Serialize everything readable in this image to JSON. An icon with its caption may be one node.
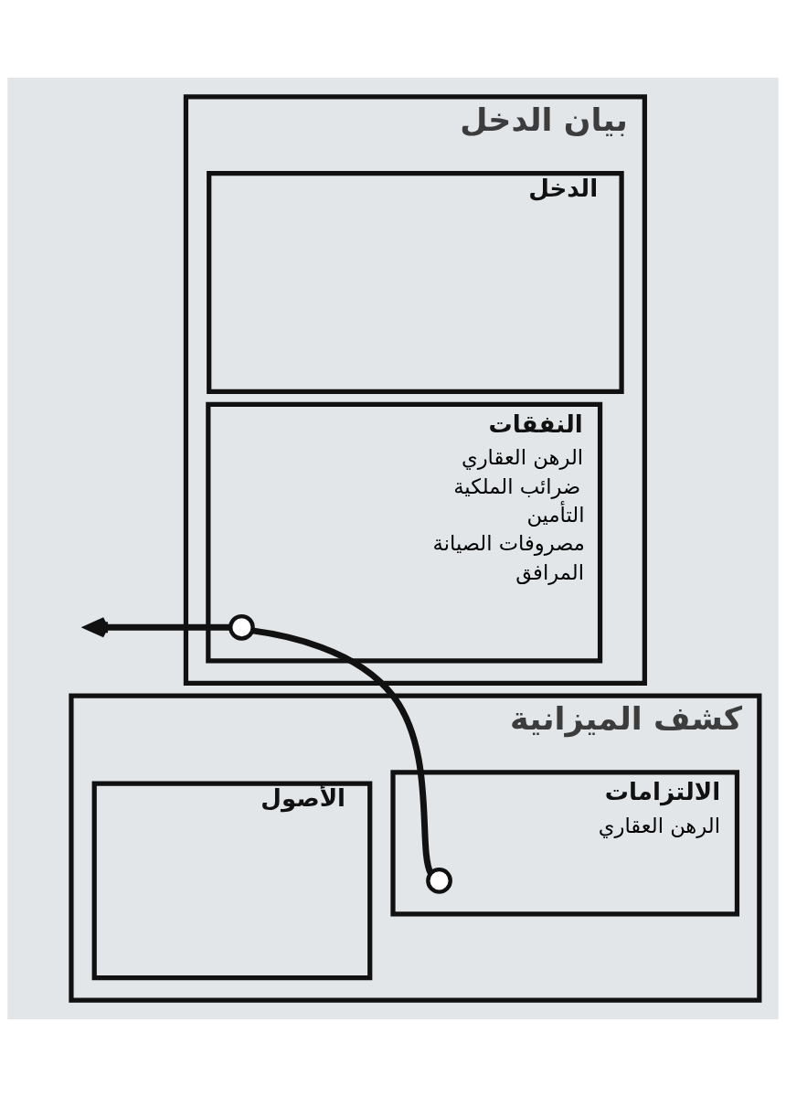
{
  "diagram": {
    "nodes": [
      {
        "text": [
          "بيان الدخل"
        ]
      },
      {
        "text": [
          "الدخل"
        ],
        "in": 0
      },
      {
        "text": [
          "النفقات",
          "الرهن العقاري",
          "ضرائب الملكية",
          "التأمين",
          "مصروفات الصيانة",
          "المرافق"
        ],
        "in": 0
      },
      {
        "text": [],
        "shape": "circle",
        "in": 2
      },
      {
        "text": [
          "كشف الميزانية"
        ]
      },
      {
        "text": [
          "الأصول"
        ],
        "in": 4
      },
      {
        "text": [
          "الالتزامات",
          "الرهن العقاري"
        ],
        "in": 4
      },
      {
        "text": [],
        "shape": "circle",
        "in": 6
      }
    ],
    "edges": [
      {
        "from": 7,
        "to": 3,
        "arrow": "none"
      },
      {
        "from": 3,
        "to": null,
        "arrow": "to"
      }
    ]
  }
}
